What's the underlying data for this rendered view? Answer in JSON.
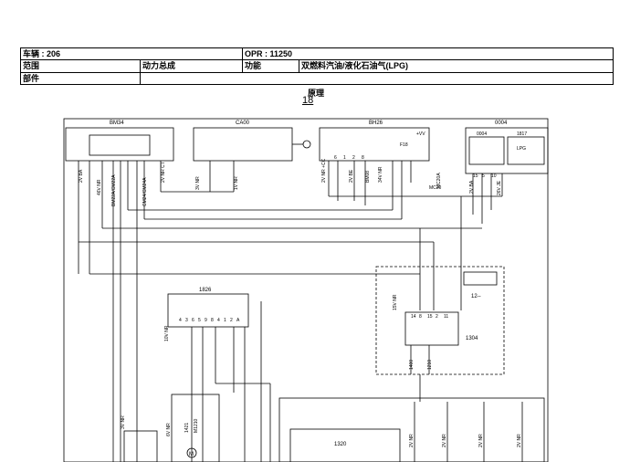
{
  "header": {
    "vehicle": "车辆 : 206",
    "opr": "OPR : 11250",
    "range_label": "范围",
    "range_value": "动力总成",
    "function_label": "功能",
    "function_value": "双燃料汽油/液化石油气(LPG)",
    "part_label": "部件"
  },
  "diagram": {
    "section_title": "原理",
    "page_number": "18",
    "components": {
      "bm34": "BM34",
      "ca00": "CA00",
      "bh26": "BH26",
      "c0004_group": "0004",
      "c0004": "0004",
      "c1817": "1817",
      "c1826": "1826",
      "c1304": "1304",
      "c12": "12--",
      "c1320": "1320",
      "mc20a": "MC20A",
      "mc20": "MC20"
    },
    "wires": {
      "w2v_bn": "2V BA",
      "w46v_nr": "46V NR",
      "w2v_nr_ct": "2V NR CT",
      "bm22a": "BM22A/CM22A",
      "bm2a": "CM24/CM24A",
      "w3v_nr": "3V NR",
      "w1v_nr": "1V NR",
      "w2v_nr_cc": "2V NR +CC",
      "w2v_be": "2V BE",
      "w34v_nr": "34V NR",
      "bm08": "BM08",
      "w2v_ba": "2V BA",
      "w26v_je": "26V JE",
      "w15v_nr": "15V NR",
      "w10v_nr": "10V NR",
      "w3v_nr2": "3V NR",
      "w6v_nr": "6V NR",
      "w2v_nr_a": "2V NR",
      "w2v_nr_b": "2V NR",
      "w2v_nr_c": "2V NR",
      "w2v_nr_d": "2V NR",
      "n1400": "1400",
      "n1210": "1210",
      "n1421": "1421",
      "m1210": "M1210"
    },
    "pins": {
      "bh26_pins": [
        "6",
        "1",
        "2",
        "8"
      ],
      "d0004_pins": [
        "15",
        "5",
        "10"
      ],
      "c1304_pins": [
        "14",
        "8",
        "15",
        "2",
        "11"
      ],
      "c1826_pins": [
        "4",
        "3",
        "6",
        "5",
        "9",
        "8",
        "4",
        "1",
        "2",
        "A"
      ]
    },
    "labels": {
      "plus_vv": "+VV",
      "f18": "F18",
      "lpg": "LPG",
      "m": "M"
    }
  }
}
